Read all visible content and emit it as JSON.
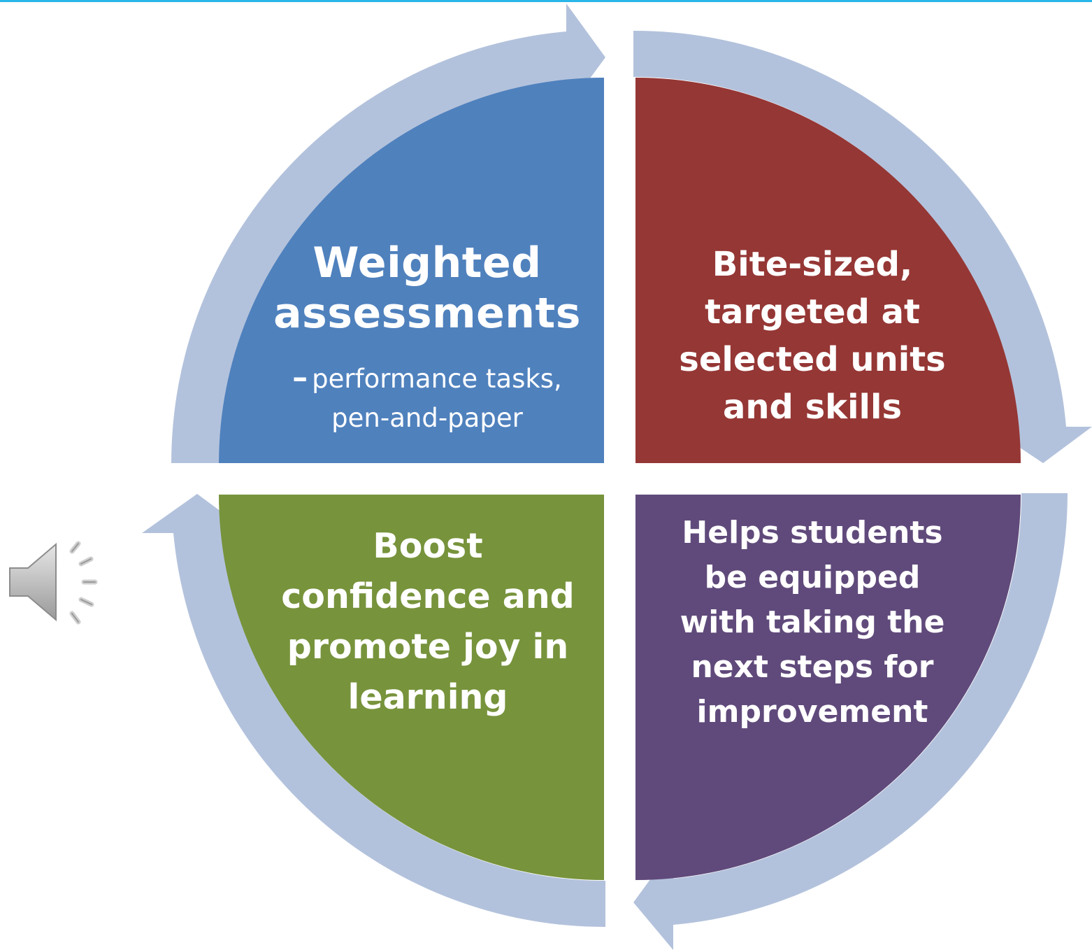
{
  "quadrants": {
    "top_left": {
      "title_lines": [
        "Weighted",
        "assessments"
      ],
      "dash": "–",
      "subtitle_lines": [
        "performance tasks,",
        "pen-and-paper"
      ],
      "color": "#4f81bd"
    },
    "top_right": {
      "lines": [
        "Bite-sized,",
        "targeted at",
        "selected units",
        "and skills"
      ],
      "color": "#953735"
    },
    "bottom_right": {
      "lines": [
        "Helps students",
        "be equipped",
        "with taking the",
        "next steps for",
        "improvement"
      ],
      "color": "#604a7b"
    },
    "bottom_left": {
      "lines": [
        "Boost",
        "confidence and",
        "promote joy in",
        "learning"
      ],
      "color": "#77933c"
    }
  },
  "cycle_arrow_color": "#b3c2dc",
  "accent_rule_color": "#29b6e8",
  "audio": {
    "icon": "speaker-icon"
  }
}
